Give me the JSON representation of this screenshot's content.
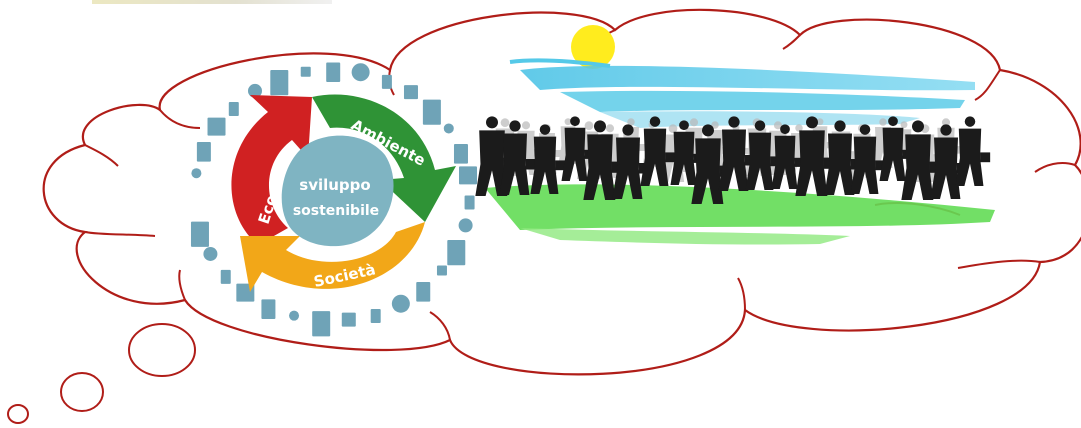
{
  "cycle": {
    "center_line1": "sviluppo",
    "center_line2": "sostenibile",
    "segment_economia": "Economia",
    "segment_ambiente": "Ambiente",
    "segment_societa": "Società"
  },
  "colors": {
    "cloud_outline": "#b01d18",
    "economia": "#d02122",
    "ambiente": "#2f9336",
    "societa": "#f2a718",
    "center": "#7fb4c2",
    "icons": "#6fa3b7",
    "sun": "#ffec1e",
    "sky": "#53c7e6",
    "grass": "#63dc55",
    "people": "#1b1b1b"
  },
  "icons": [
    "wind-turbine-icon",
    "solar-panel-icon",
    "building-icon",
    "tree-icon",
    "sun-icon",
    "cloud-icon",
    "car-icon"
  ]
}
